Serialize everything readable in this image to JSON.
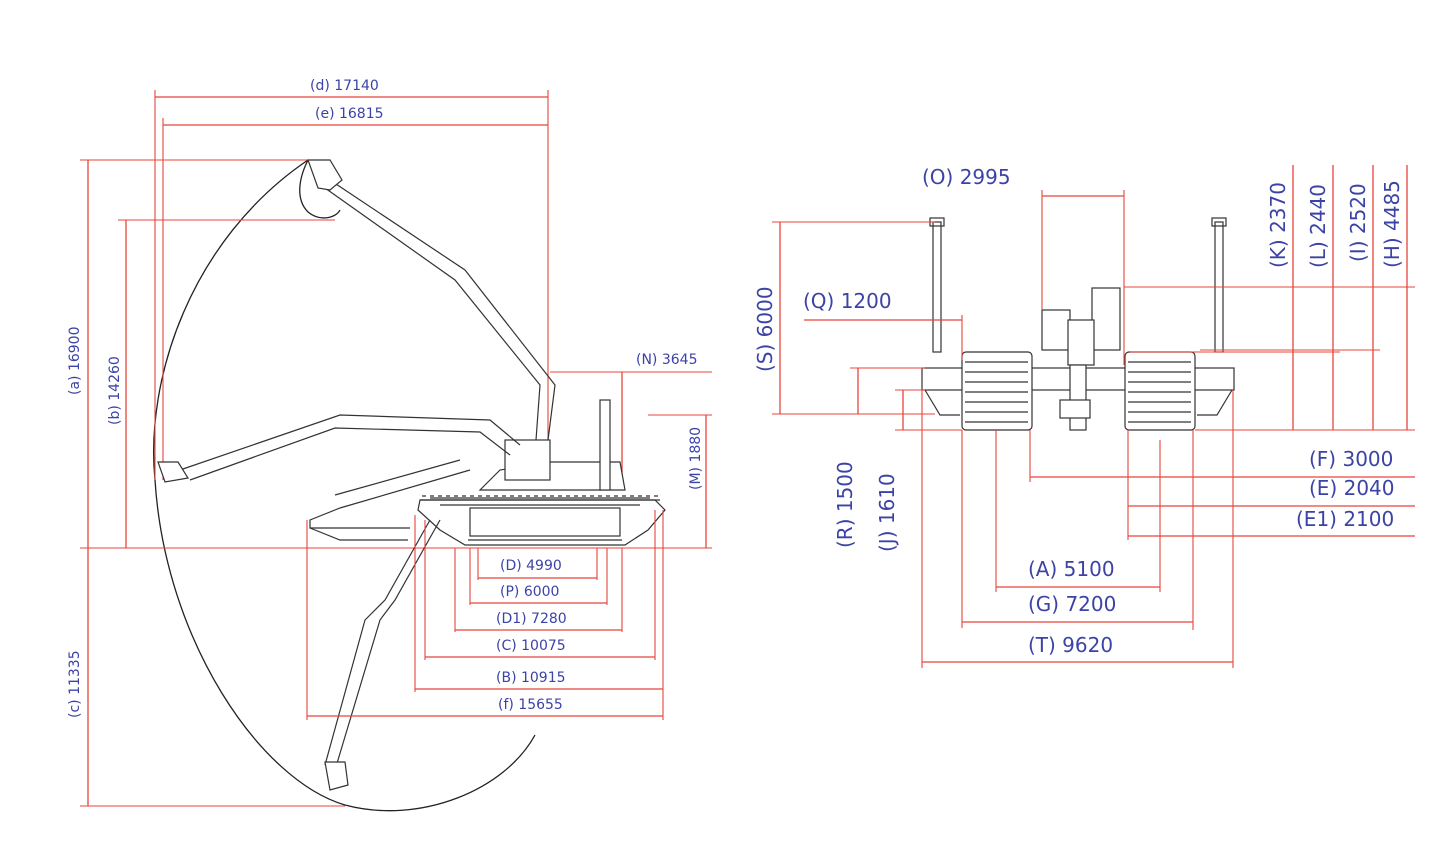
{
  "side_view": {
    "d": "(d)  17140",
    "e": "(e)  16815",
    "a": "(a)  16900",
    "b": "(b)  14260",
    "c": "(c)  11335",
    "N": "(N)  3645",
    "M": "(M)  1880",
    "D": "(D)  4990",
    "P": "(P)  6000",
    "D1": "(D1)  7280",
    "C": "(C)  10075",
    "B": "(B)  10915",
    "f": "(f)  15655"
  },
  "front_view": {
    "O": "(O)  2995",
    "K": "(K)  2370",
    "L": "(L)  2440",
    "I": "(I)  2520",
    "H": "(H)  4485",
    "S": "(S)  6000",
    "Q": "(Q)  1200",
    "R": "(R)  1500",
    "J": "(J)  1610",
    "F": "(F)  3000",
    "E": "(E)  2040",
    "E1": "(E1)  2100",
    "A": "(A)  5100",
    "G": "(G)  7200",
    "T": "(T)  9620"
  }
}
